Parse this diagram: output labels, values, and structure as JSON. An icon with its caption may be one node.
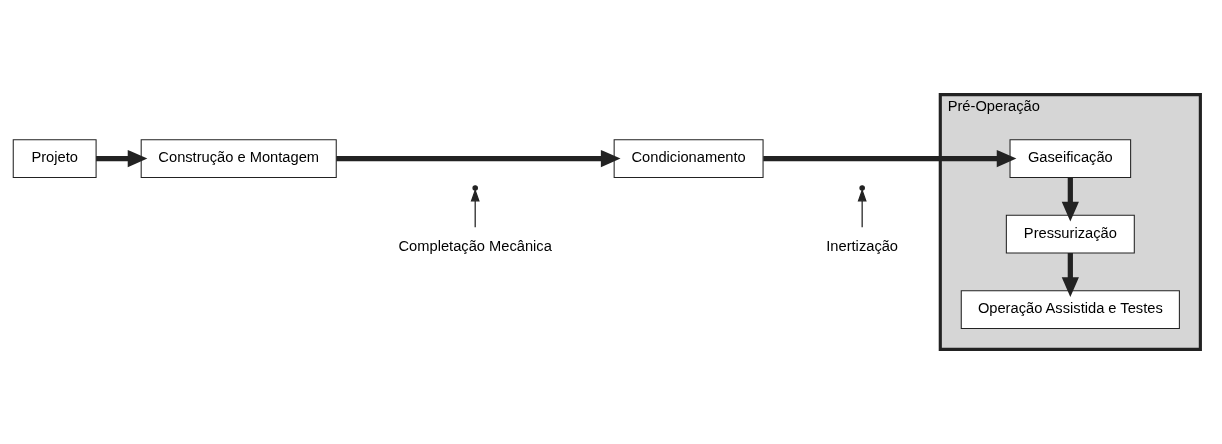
{
  "diagram": {
    "nodes": [
      {
        "text": [
          "Projeto"
        ]
      },
      {
        "text": [
          "Construção e Montagem"
        ]
      },
      {
        "text": [
          "Condicionamento"
        ]
      },
      {
        "text": [
          "Pré-Operação"
        ]
      },
      {
        "text": [
          "Gaseificação"
        ],
        "in": 3
      },
      {
        "text": [
          "Pressurização"
        ],
        "in": 3
      },
      {
        "text": [
          "Operação Assistida e Testes"
        ],
        "in": 3
      },
      {
        "text": [
          "Completação Mecânica"
        ]
      },
      {
        "text": [
          "Inertização"
        ]
      }
    ],
    "edges": [
      {
        "from": 0,
        "to": 1,
        "arrow": "to"
      },
      {
        "from": 1,
        "to": 2,
        "arrow": "to"
      },
      {
        "from": 2,
        "to": 4,
        "arrow": "to"
      },
      {
        "from": 4,
        "to": 5,
        "arrow": "to"
      },
      {
        "from": 5,
        "to": 6,
        "arrow": "to"
      },
      {
        "from": 7,
        "to": null,
        "arrow": "to"
      },
      {
        "from": 8,
        "to": null,
        "arrow": "to"
      }
    ]
  }
}
